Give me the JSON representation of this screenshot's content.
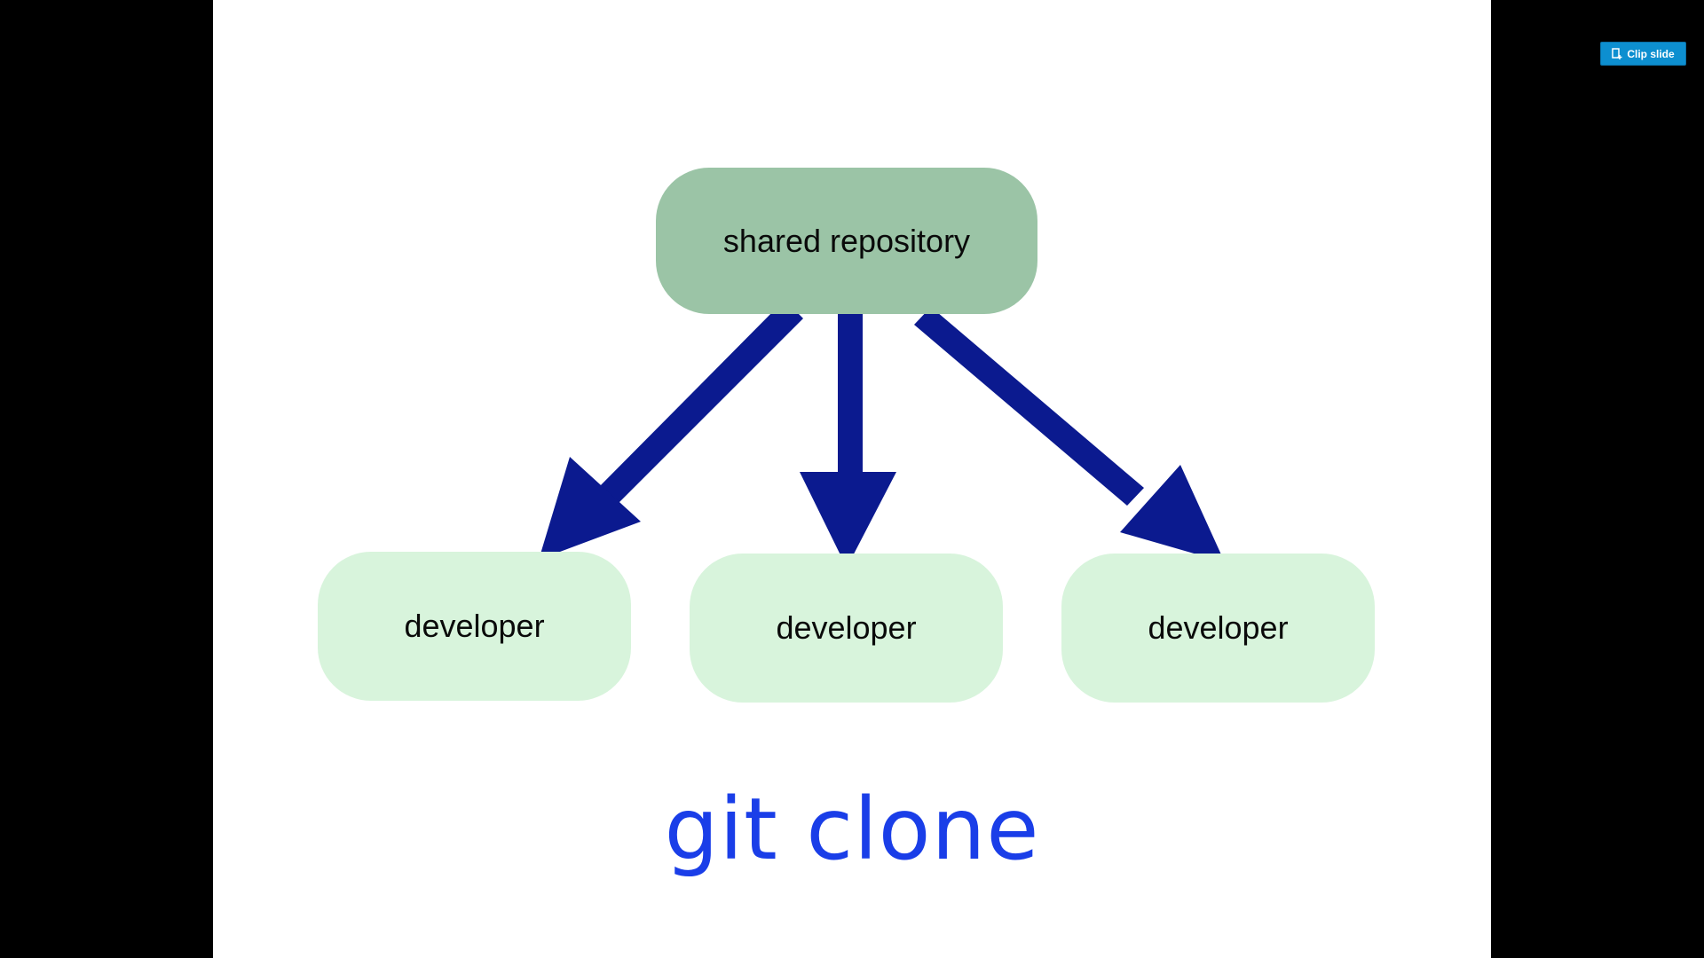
{
  "viewer": {
    "clip_button": {
      "label": "Clip slide",
      "icon": "clip-icon",
      "color": "#0d8fd0"
    }
  },
  "slide": {
    "diagram": {
      "top_node": {
        "label": "shared repository",
        "color": "#9bc4a6"
      },
      "bottom_nodes": [
        {
          "label": "developer",
          "color": "#d8f4dc"
        },
        {
          "label": "developer",
          "color": "#d8f4dc"
        },
        {
          "label": "developer",
          "color": "#d8f4dc"
        }
      ],
      "arrow_color": "#0b1a8f"
    },
    "caption": {
      "text": "git clone",
      "color": "#1a3ee8"
    }
  }
}
